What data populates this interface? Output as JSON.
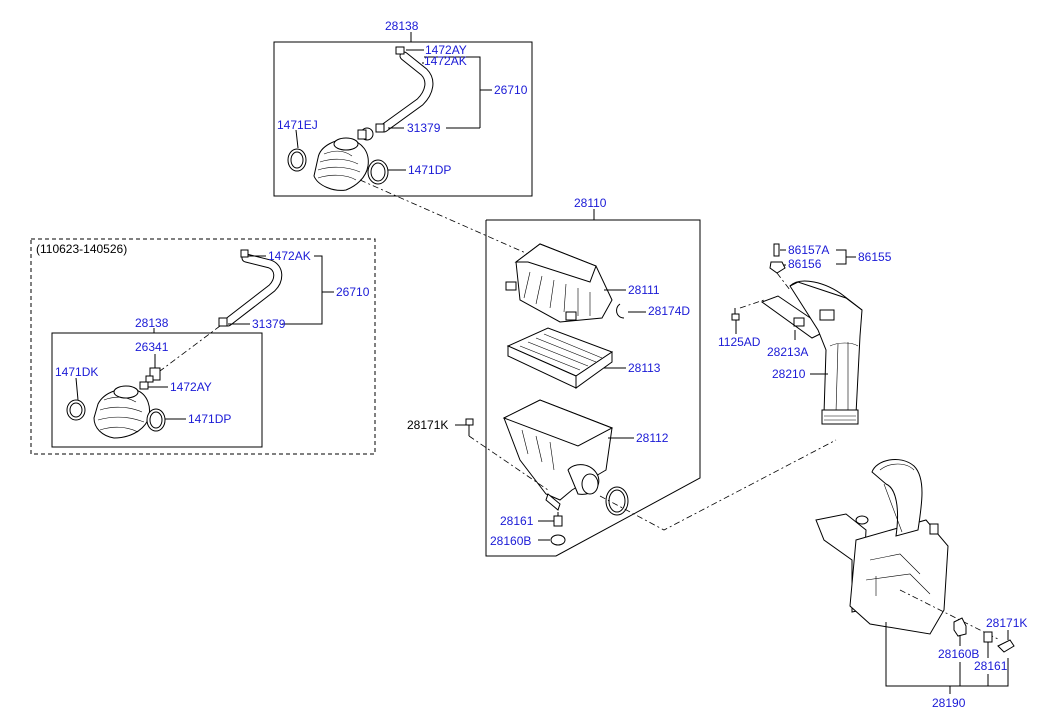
{
  "variant_caption": "(110623-140526)",
  "colors": {
    "label": "#1a1ad6",
    "line": "#000000",
    "background": "#ffffff"
  },
  "callouts": {
    "group_top": "28138",
    "hose_clamp_ay_top": "1472AY",
    "hose_clamp_ak_top": "1472AK",
    "breather_hose_top": "26710",
    "clamp_1471ej": "1471EJ",
    "valve_top": "31379",
    "clamp_1471dp_top": "1471DP",
    "hose_clamp_ak_mid": "1472AK",
    "breather_hose_mid": "26710",
    "valve_mid": "31379",
    "group_inner": "28138",
    "sensor": "26341",
    "clamp_1471dk": "1471DK",
    "hose_clamp_ay_mid": "1472AY",
    "clamp_1471dp_mid": "1471DP",
    "air_cleaner_assy": "28110",
    "cover": "28111",
    "clip": "28174D",
    "element": "28113",
    "bolt_28171k_left": "28171K",
    "body": "28112",
    "insulator_28161_left": "28161",
    "grommet_28160b_left": "28160B",
    "bolt_86157a": "86157A",
    "nut_86156": "86156",
    "group_86155": "86155",
    "bolt_1125ad": "1125AD",
    "bracket": "28213A",
    "duct": "28210",
    "bolt_28171k_right": "28171K",
    "grommet_28160b_right": "28160B",
    "insulator_28161_right": "28161",
    "resonator": "28190"
  }
}
